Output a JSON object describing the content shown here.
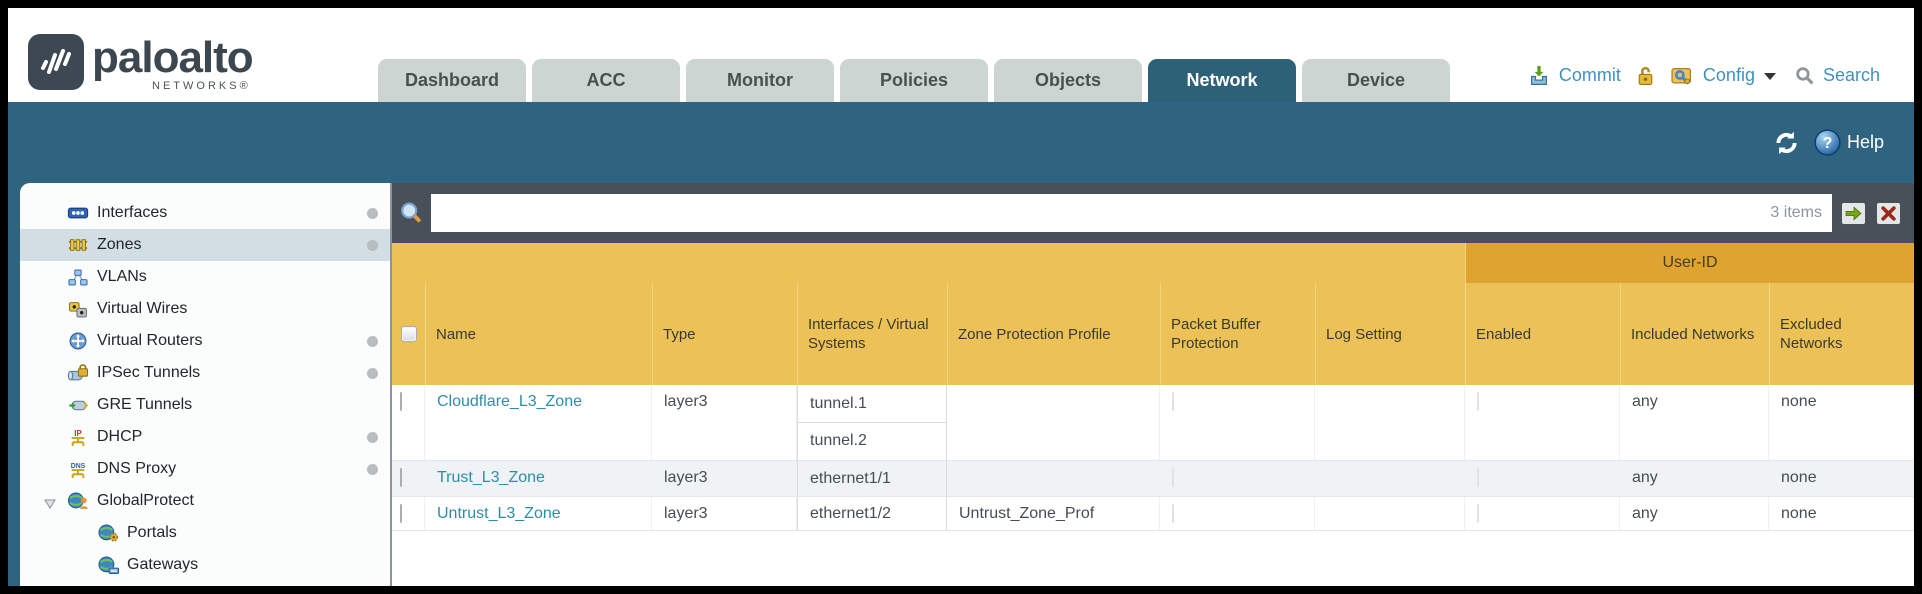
{
  "logo": {
    "brand": "paloalto",
    "subbrand": "NETWORKS®"
  },
  "nav": {
    "tabs": [
      {
        "label": "Dashboard",
        "active": false
      },
      {
        "label": "ACC",
        "active": false
      },
      {
        "label": "Monitor",
        "active": false
      },
      {
        "label": "Policies",
        "active": false
      },
      {
        "label": "Objects",
        "active": false
      },
      {
        "label": "Network",
        "active": true
      },
      {
        "label": "Device",
        "active": false
      }
    ]
  },
  "utilities": {
    "commit": "Commit",
    "config": "Config",
    "search": "Search"
  },
  "banner": {
    "help": "Help"
  },
  "search_bar": {
    "value": "",
    "status": "3 items"
  },
  "sidebar": {
    "items": [
      {
        "label": "Interfaces",
        "icon": "interfaces-icon",
        "selected": false,
        "dot": true
      },
      {
        "label": "Zones",
        "icon": "zones-icon",
        "selected": true,
        "dot": true
      },
      {
        "label": "VLANs",
        "icon": "vlans-icon",
        "selected": false,
        "dot": false
      },
      {
        "label": "Virtual Wires",
        "icon": "virtual-wires-icon",
        "selected": false,
        "dot": false
      },
      {
        "label": "Virtual Routers",
        "icon": "virtual-routers-icon",
        "selected": false,
        "dot": true
      },
      {
        "label": "IPSec Tunnels",
        "icon": "ipsec-tunnels-icon",
        "selected": false,
        "dot": true
      },
      {
        "label": "GRE Tunnels",
        "icon": "gre-tunnels-icon",
        "selected": false,
        "dot": false
      },
      {
        "label": "DHCP",
        "icon": "dhcp-icon",
        "selected": false,
        "dot": true
      },
      {
        "label": "DNS Proxy",
        "icon": "dns-proxy-icon",
        "selected": false,
        "dot": true
      },
      {
        "label": "GlobalProtect",
        "icon": "globalprotect-icon",
        "selected": false,
        "dot": false,
        "expanded": true
      },
      {
        "label": "Portals",
        "icon": "portals-icon",
        "selected": false,
        "dot": false,
        "indent": true
      },
      {
        "label": "Gateways",
        "icon": "gateways-icon",
        "selected": false,
        "dot": false,
        "indent": true
      }
    ]
  },
  "table": {
    "group_header": "User-ID",
    "columns": {
      "name": "Name",
      "type": "Type",
      "interfaces": "Interfaces / Virtual Systems",
      "zone_protection": "Zone Protection Profile",
      "packet_buffer": "Packet Buffer Protection",
      "log_setting": "Log Setting",
      "enabled": "Enabled",
      "included": "Included Networks",
      "excluded": "Excluded Networks"
    },
    "rows": [
      {
        "name": "Cloudflare_L3_Zone",
        "type": "layer3",
        "interfaces": [
          "tunnel.1",
          "tunnel.2"
        ],
        "zone_protection": "",
        "packet_buffer_checked": false,
        "log_setting": "",
        "enabled_checked": false,
        "included": "any",
        "excluded": "none"
      },
      {
        "name": "Trust_L3_Zone",
        "type": "layer3",
        "interfaces": [
          "ethernet1/1"
        ],
        "zone_protection": "",
        "packet_buffer_checked": false,
        "log_setting": "",
        "enabled_checked": false,
        "included": "any",
        "excluded": "none"
      },
      {
        "name": "Untrust_L3_Zone",
        "type": "layer3",
        "interfaces": [
          "ethernet1/2"
        ],
        "zone_protection": "Untrust_Zone_Prof",
        "packet_buffer_checked": false,
        "log_setting": "",
        "enabled_checked": false,
        "included": "any",
        "excluded": "none"
      }
    ]
  },
  "colors": {
    "banner_teal": "#2e6480",
    "active_tab": "#2d6177",
    "header_amber": "#ecc258",
    "userid_amber": "#dfa42f",
    "link_blue": "#2e8cab",
    "search_strip": "#485159"
  }
}
